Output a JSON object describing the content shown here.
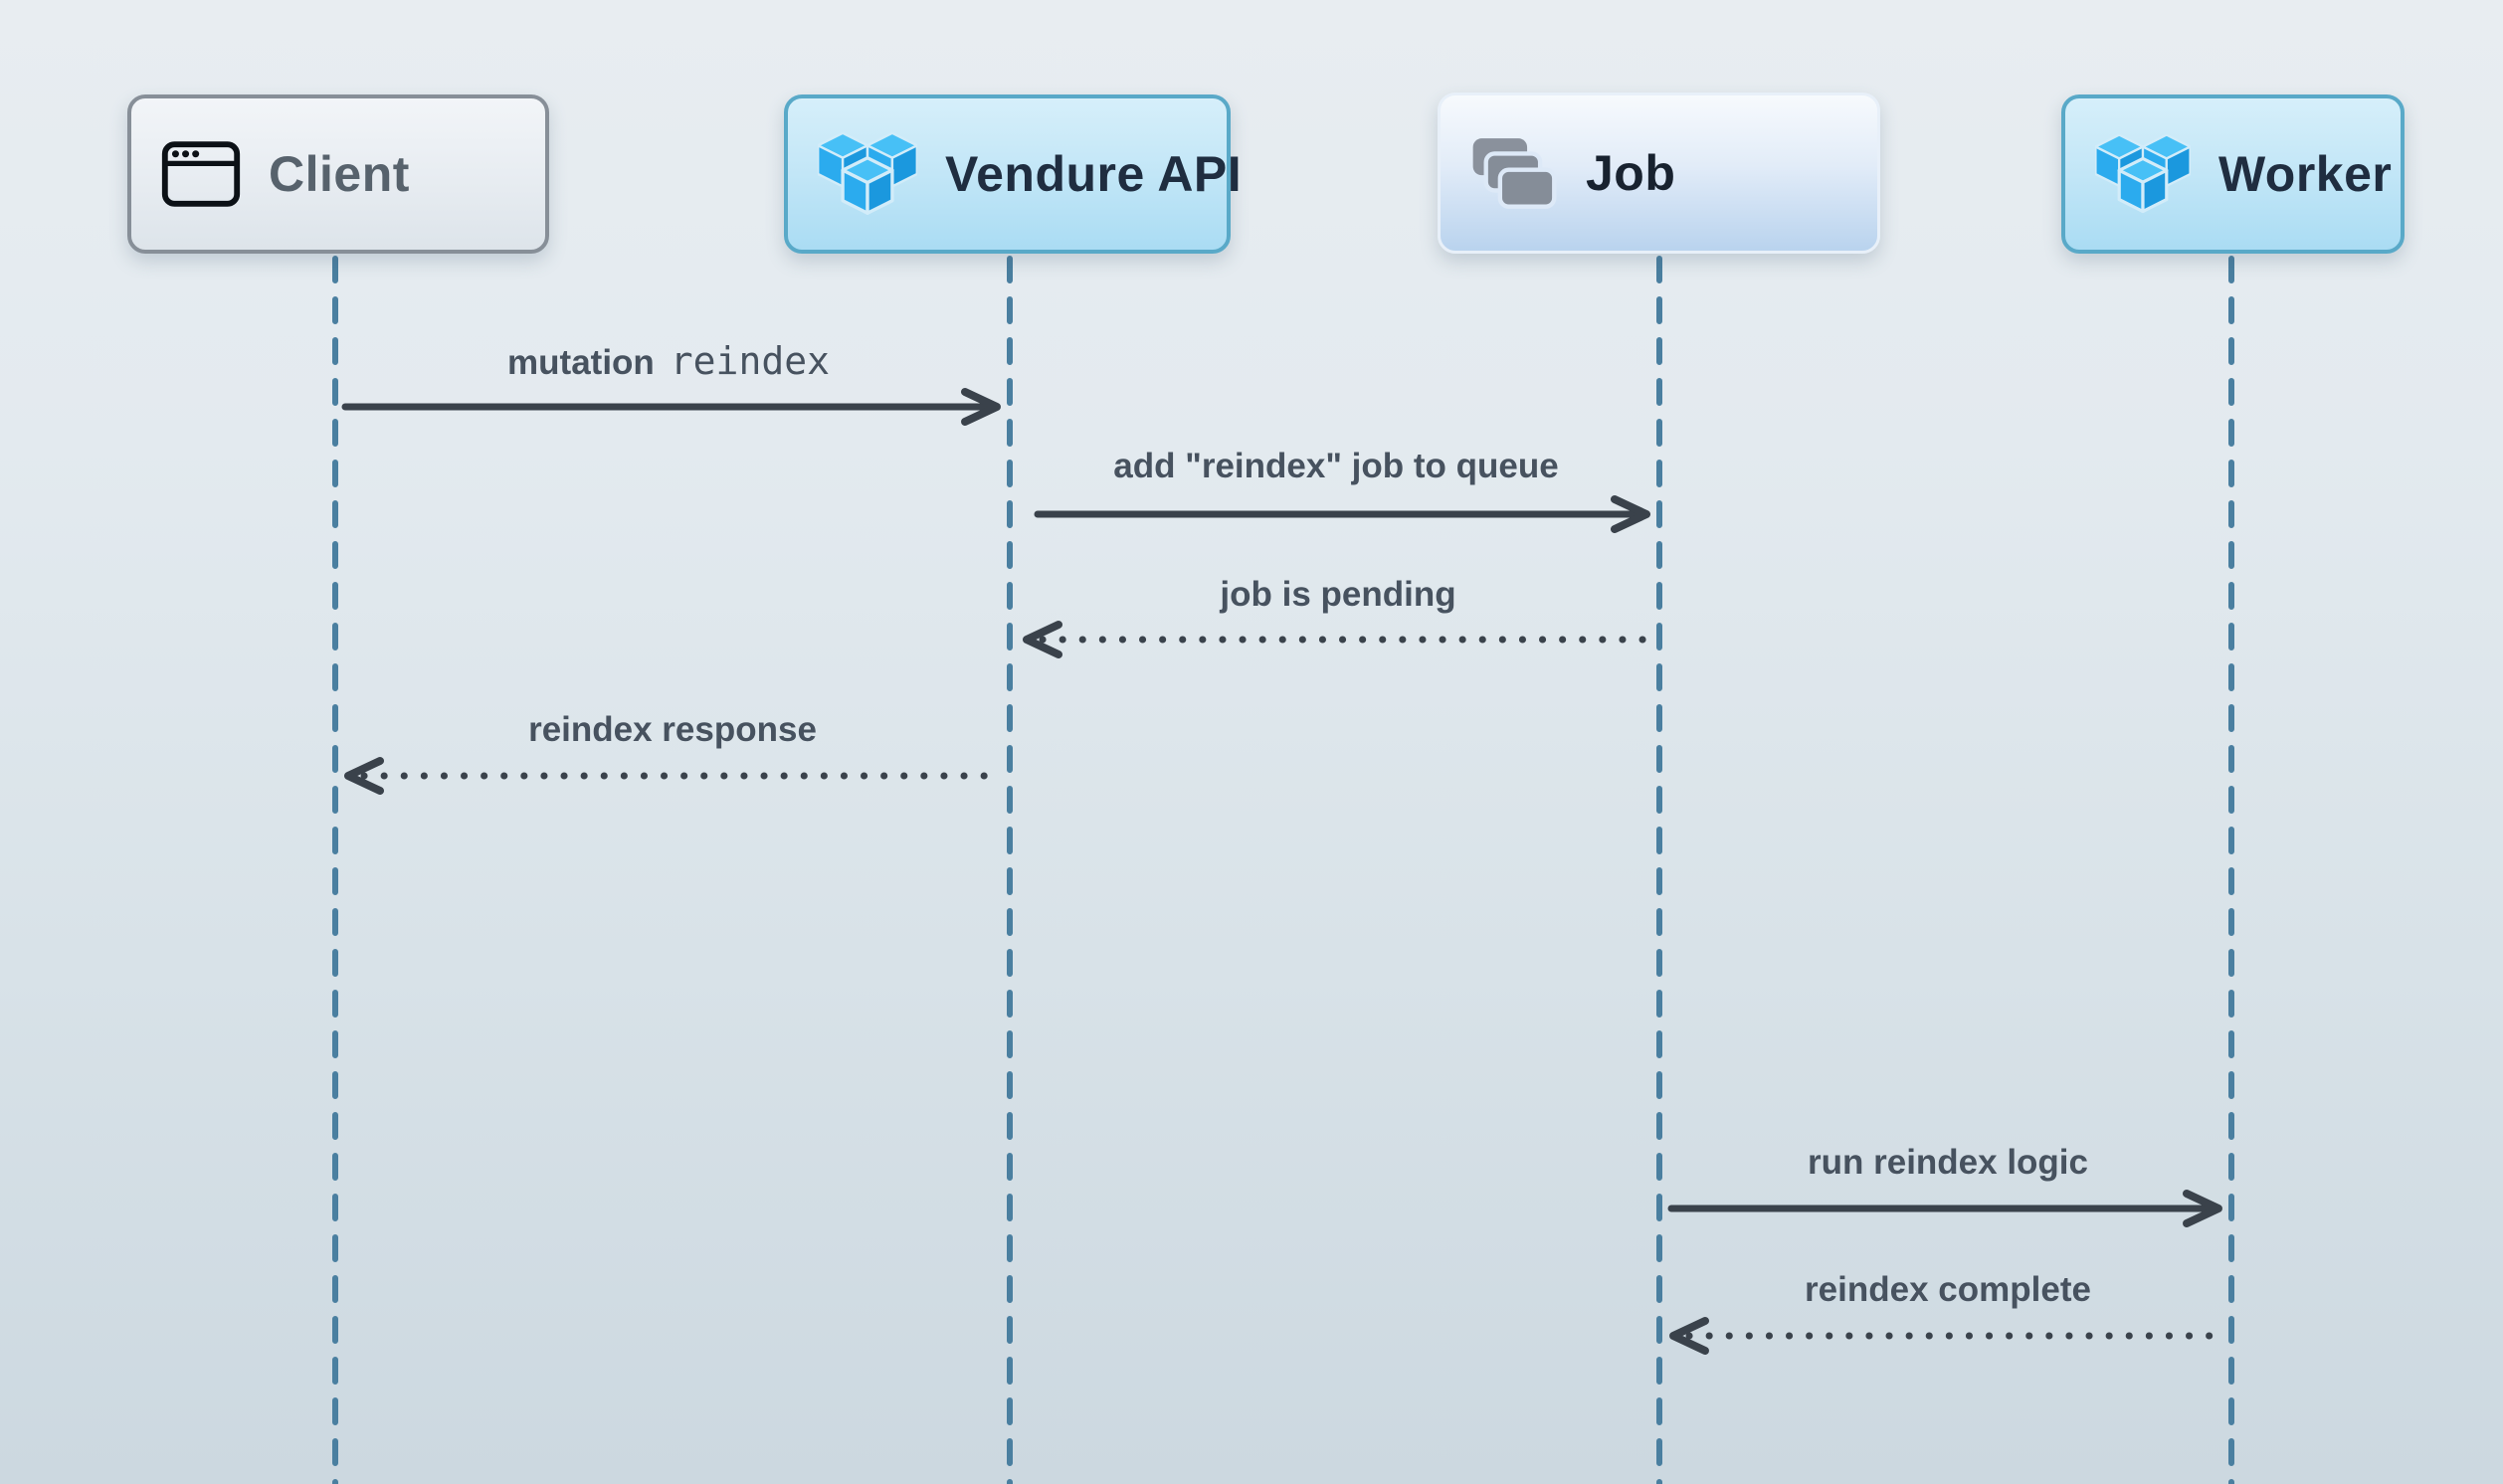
{
  "diagram": {
    "type": "sequence-diagram",
    "participants": {
      "client": {
        "label": "Client",
        "icon": "browser-window-icon"
      },
      "vendure_api": {
        "label": "Vendure API",
        "icon": "vendure-logo-icon"
      },
      "job": {
        "label": "Job",
        "icon": "stacked-cards-icon"
      },
      "worker": {
        "label": "Worker",
        "icon": "vendure-logo-icon"
      }
    },
    "messages": {
      "m1": {
        "from": "Client",
        "to": "Vendure API",
        "label": "mutation",
        "code": "reindex",
        "line": "solid",
        "direction": "right"
      },
      "m2": {
        "from": "Vendure API",
        "to": "Job",
        "label": "add \"reindex\" job to queue",
        "line": "solid",
        "direction": "right"
      },
      "m3": {
        "from": "Job",
        "to": "Vendure API",
        "label": "job is pending",
        "line": "dotted",
        "direction": "left"
      },
      "m4": {
        "from": "Vendure API",
        "to": "Client",
        "label": "reindex response",
        "line": "dotted",
        "direction": "left"
      },
      "m5": {
        "from": "Job",
        "to": "Worker",
        "label": "run reindex logic",
        "line": "solid",
        "direction": "right"
      },
      "m6": {
        "from": "Worker",
        "to": "Job",
        "label": "reindex complete",
        "line": "dotted",
        "direction": "left"
      }
    },
    "colors": {
      "background_top": "#e8edf1",
      "background_bottom": "#ccd8e0",
      "lifeline": "#4a7fa0",
      "arrow": "#3a424b",
      "message_text": "#47525f",
      "participant_text": "#1f2d40",
      "client_text": "#57626c",
      "vendure_blue_top": "#47c0f6",
      "vendure_blue_left": "#2babee",
      "vendure_blue_right": "#1b98de",
      "blue_box_border": "#59a9c8",
      "cards_gray": "#858d98"
    }
  }
}
